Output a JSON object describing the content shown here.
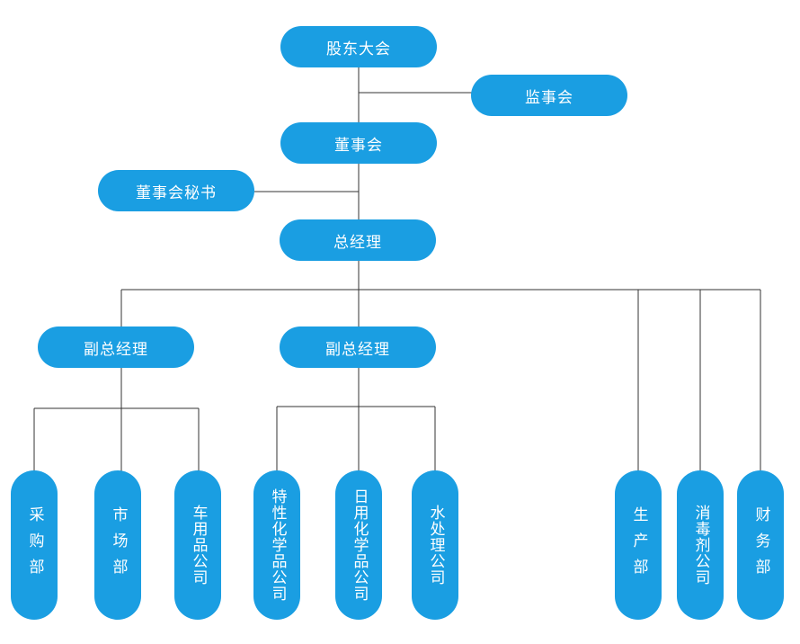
{
  "nodes": {
    "shareholders": "股东大会",
    "supervisors": "监事会",
    "board": "董事会",
    "board_secretary": "董事会秘书",
    "general_manager": "总经理",
    "deputy_gm_1": "副总经理",
    "deputy_gm_2": "副总经理",
    "procurement": "采购部",
    "market": "市场部",
    "auto_products": "车用品公司",
    "specialty_chem": "特性化学品公司",
    "daily_chem": "日用化学品公司",
    "water_treatment": "水处理公司",
    "production": "生产部",
    "disinfectant": "消毒剂公司",
    "finance": "财务部"
  },
  "colors": {
    "node_fill": "#1a9ee2",
    "node_text": "#ffffff",
    "connector": "#333333"
  }
}
